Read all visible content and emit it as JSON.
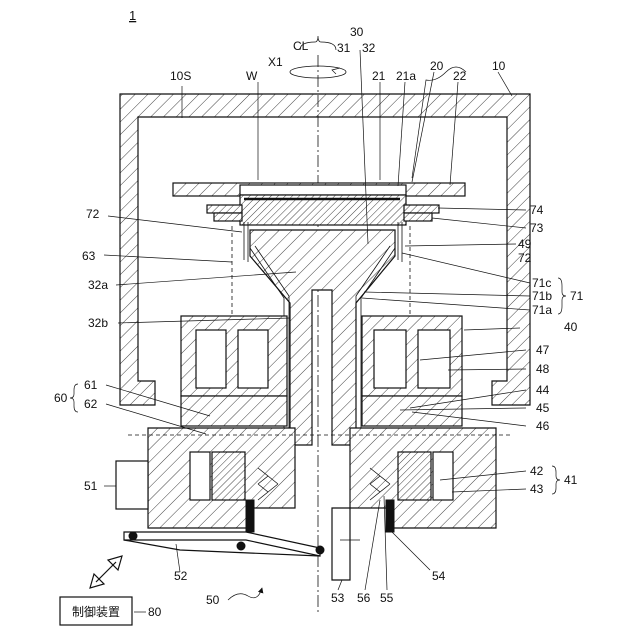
{
  "figure_number": "1",
  "labels": {
    "l30": "30",
    "lCL": "CL",
    "l31": "31",
    "l32": "32",
    "lX1": "X1",
    "l10S": "10S",
    "lW": "W",
    "l21": "21",
    "l21a": "21a",
    "l20": "20",
    "l22": "22",
    "l10": "10",
    "l72a": "72",
    "l74": "74",
    "l73": "73",
    "l49": "49",
    "l63": "63",
    "l72b": "72",
    "l71c": "71c",
    "l32a": "32a",
    "l71b": "71b",
    "l71": "71",
    "l71a": "71a",
    "l32b": "32b",
    "l40": "40",
    "l47": "47",
    "l48": "48",
    "l60": "60",
    "l61": "61",
    "l44": "44",
    "l62": "62",
    "l45": "45",
    "l46": "46",
    "l42": "42",
    "l51": "51",
    "l41": "41",
    "l43": "43",
    "l52": "52",
    "l54": "54",
    "l50": "50",
    "l53": "53",
    "l56": "56",
    "l55": "55",
    "l80": "80"
  },
  "controller_label": "制御装置"
}
